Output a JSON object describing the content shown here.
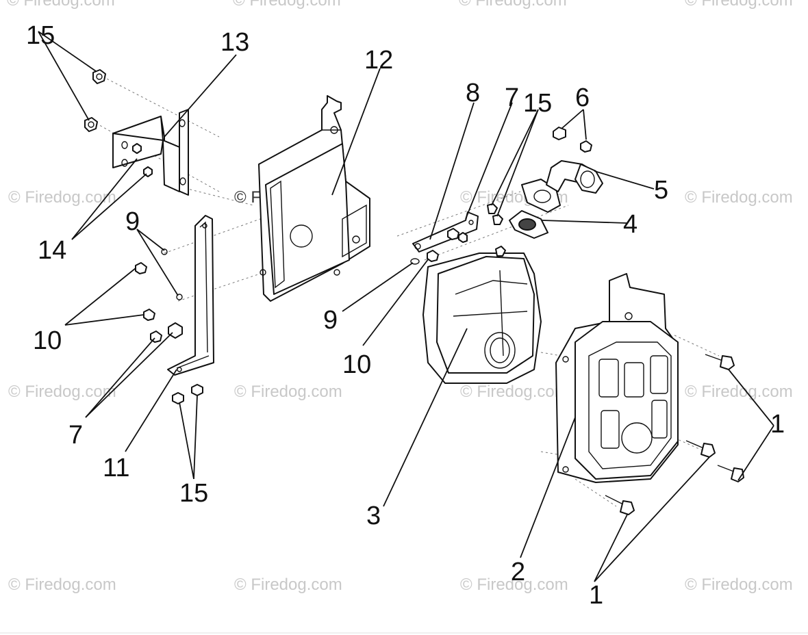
{
  "watermark_text": "© Firedog.com",
  "callouts": {
    "c15_topleft": "15",
    "c13": "13",
    "c12": "12",
    "c8": "8",
    "c7_top": "7",
    "c15_top": "15",
    "c6": "6",
    "c5": "5",
    "c4": "4",
    "c9_left": "9",
    "c14": "14",
    "c9_mid": "9",
    "c10_left": "10",
    "c10_mid": "10",
    "c7_left": "7",
    "c11": "11",
    "c15_bottom": "15",
    "c3": "3",
    "c2": "2",
    "c1_right": "1",
    "c1_bottom": "1"
  }
}
